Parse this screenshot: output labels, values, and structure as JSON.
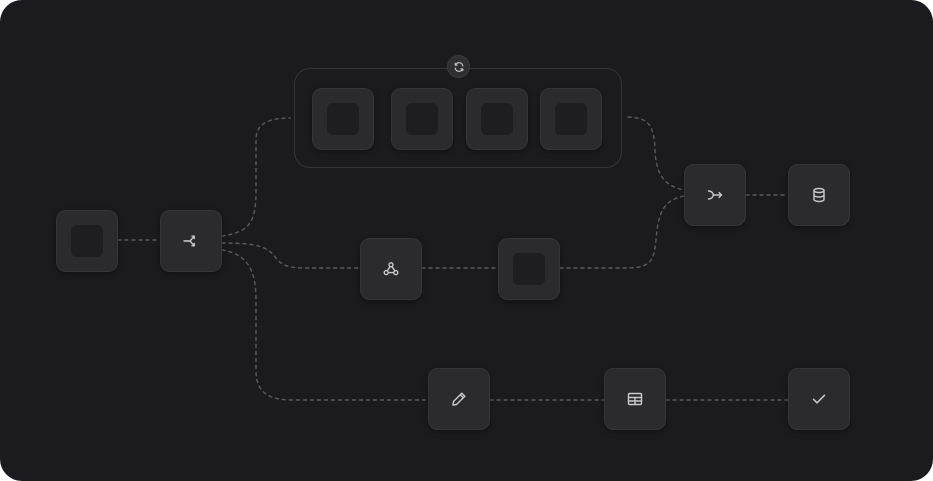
{
  "diagram": {
    "background": "#1b1b1f",
    "node_color": "#2a2a2f",
    "icon_color": "#c9c9cf",
    "connector_color": "#5a5a60",
    "nodes": [
      {
        "id": "source",
        "icon": "placeholder"
      },
      {
        "id": "split",
        "icon": "split-arrows-icon"
      },
      {
        "id": "webhook",
        "icon": "webhook-icon"
      },
      {
        "id": "middle-step",
        "icon": "placeholder"
      },
      {
        "id": "merge",
        "icon": "merge-arrow-icon"
      },
      {
        "id": "database",
        "icon": "database-icon"
      },
      {
        "id": "edit",
        "icon": "pencil-icon"
      },
      {
        "id": "table",
        "icon": "table-icon"
      },
      {
        "id": "done",
        "icon": "check-icon"
      }
    ],
    "loop_group": {
      "icon": "refresh-icon",
      "items": [
        "placeholder",
        "placeholder",
        "placeholder",
        "placeholder"
      ]
    }
  }
}
